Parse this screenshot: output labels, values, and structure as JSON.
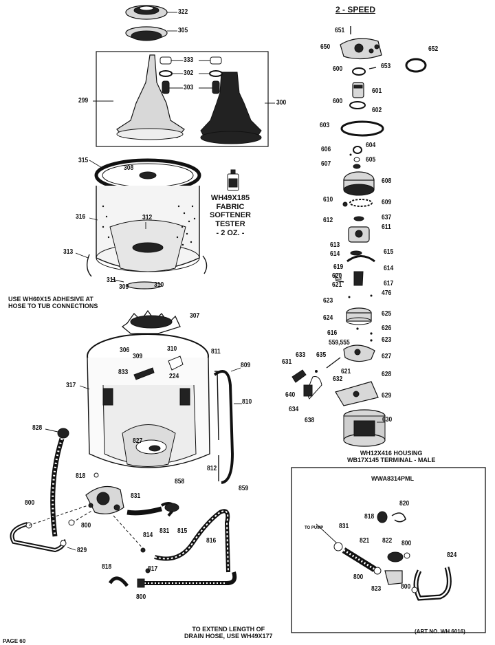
{
  "header": {
    "title": "2 - SPEED"
  },
  "notes": {
    "tester": "WH49X185\nFABRIC\nSOFTENER\nTESTER\n- 2 OZ. -",
    "adhesive": "USE WH60X15 ADHESIVE AT\nHOSE TO TUB CONNECTIONS",
    "housing": "WH12X416 HOUSING\nWB17X145 TERMINAL - MALE",
    "kit": "WWA8314PML",
    "to_pump": "TO PUMP",
    "drain": "TO EXTEND LENGTH OF\nDRAIN HOSE, USE WH49X177",
    "art_no": "(ART NO. WH 6016)",
    "page": "PAGE 60"
  },
  "part_labels": {
    "left": [
      "322",
      "305",
      "333",
      "302",
      "303",
      "299",
      "300",
      "315",
      "308",
      "316",
      "312",
      "313",
      "311",
      "309",
      "310",
      "307",
      "306",
      "309",
      "310",
      "811",
      "809",
      "833",
      "224",
      "317",
      "810",
      "828",
      "827",
      "812",
      "859",
      "818",
      "800",
      "831",
      "858",
      "800",
      "829",
      "814",
      "831",
      "815",
      "816",
      "818",
      "817",
      "800"
    ],
    "right": [
      "651",
      "650",
      "652",
      "600",
      "653",
      "601",
      "600",
      "602",
      "603",
      "606",
      "604",
      "607",
      "605",
      "608",
      "610",
      "609",
      "612",
      "637",
      "611",
      "613",
      "614",
      "615",
      "619",
      "614",
      "620",
      "621",
      "617",
      "623",
      "476",
      "624",
      "625",
      "616",
      "626",
      "623",
      "559,555",
      "633",
      "635",
      "627",
      "631",
      "621",
      "628",
      "632",
      "640",
      "629",
      "634",
      "638",
      "630"
    ],
    "kit": [
      "820",
      "818",
      "831",
      "821",
      "822",
      "800",
      "824",
      "800",
      "823",
      "800"
    ]
  }
}
